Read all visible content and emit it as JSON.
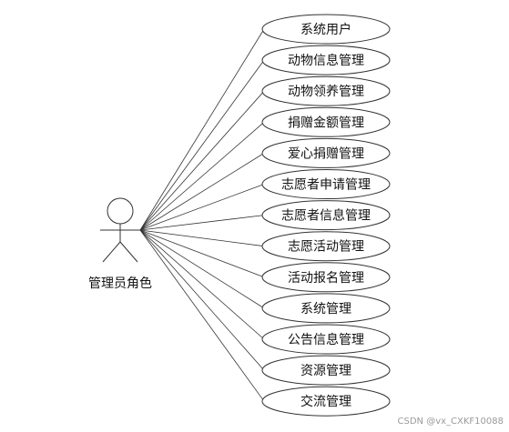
{
  "actor": {
    "name": "管理员角色"
  },
  "use_cases": [
    {
      "label": "系统用户"
    },
    {
      "label": "动物信息管理"
    },
    {
      "label": "动物领养管理"
    },
    {
      "label": "捐赠金额管理"
    },
    {
      "label": "爱心捐赠管理"
    },
    {
      "label": "志愿者申请管理"
    },
    {
      "label": "志愿者信息管理"
    },
    {
      "label": "志愿活动管理"
    },
    {
      "label": "活动报名管理"
    },
    {
      "label": "系统管理"
    },
    {
      "label": "公告信息管理"
    },
    {
      "label": "资源管理"
    },
    {
      "label": "交流管理"
    }
  ],
  "watermark": "CSDN @vx_CXKF10088"
}
